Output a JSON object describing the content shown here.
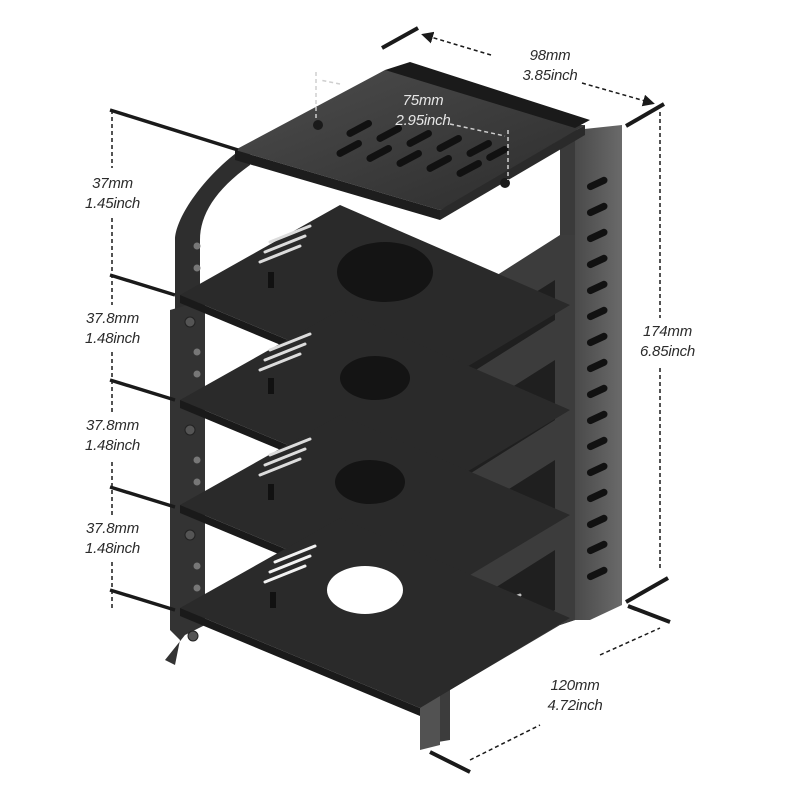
{
  "diagram": {
    "subject": "4-tier black metal stacking rack with side slotted frame",
    "colors": {
      "background": "#ffffff",
      "body_dark": "#2a2a2a",
      "body_mid": "#3b3b3b",
      "side_panel": "#5a5a5a",
      "dimension_line": "#1a1a1a",
      "label_text": "#2b2b2b",
      "label_text_on_product": "#e6e6e6"
    },
    "dimensions": {
      "top_width": {
        "mm": "98mm",
        "inch": "3.85inch"
      },
      "hole_spacing": {
        "mm": "75mm",
        "inch": "2.95inch"
      },
      "height": {
        "mm": "174mm",
        "inch": "6.85inch"
      },
      "depth": {
        "mm": "120mm",
        "inch": "4.72inch"
      },
      "tier_gaps": [
        {
          "mm": "37mm",
          "inch": "1.45inch"
        },
        {
          "mm": "37.8mm",
          "inch": "1.48inch"
        },
        {
          "mm": "37.8mm",
          "inch": "1.48inch"
        },
        {
          "mm": "37.8mm",
          "inch": "1.48inch"
        }
      ]
    },
    "tiers": 4
  }
}
